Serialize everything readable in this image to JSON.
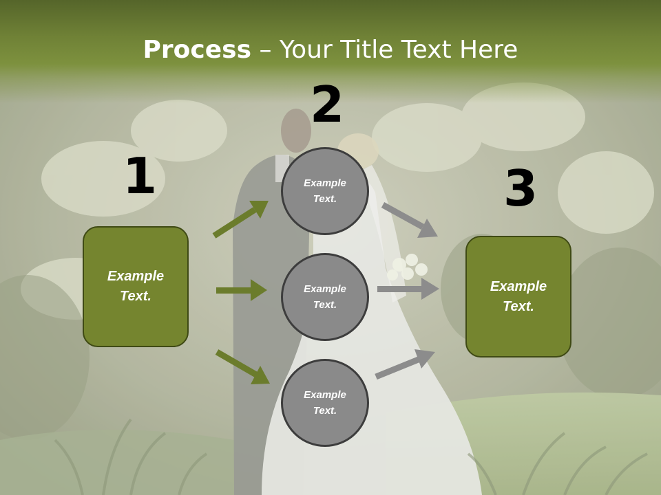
{
  "slide": {
    "title_bold": "Process",
    "title_rest": " – Your Title Text Here",
    "steps": [
      {
        "number": "1",
        "label": "Example\nText."
      },
      {
        "number": "2",
        "label": "Example\nText."
      },
      {
        "number": "3",
        "label": "Example\nText."
      }
    ],
    "circles": [
      {
        "label": "Example\nText."
      },
      {
        "label": "Example\nText."
      },
      {
        "label": "Example\nText."
      }
    ]
  },
  "colors": {
    "title_bar": "#6f8136",
    "box_fill": "#75852f",
    "box_border": "#3f4a14",
    "circle_fill": "#8a8a8a",
    "green_arrow": "#6b7c2c",
    "gray_arrow": "#8c8c8c"
  }
}
